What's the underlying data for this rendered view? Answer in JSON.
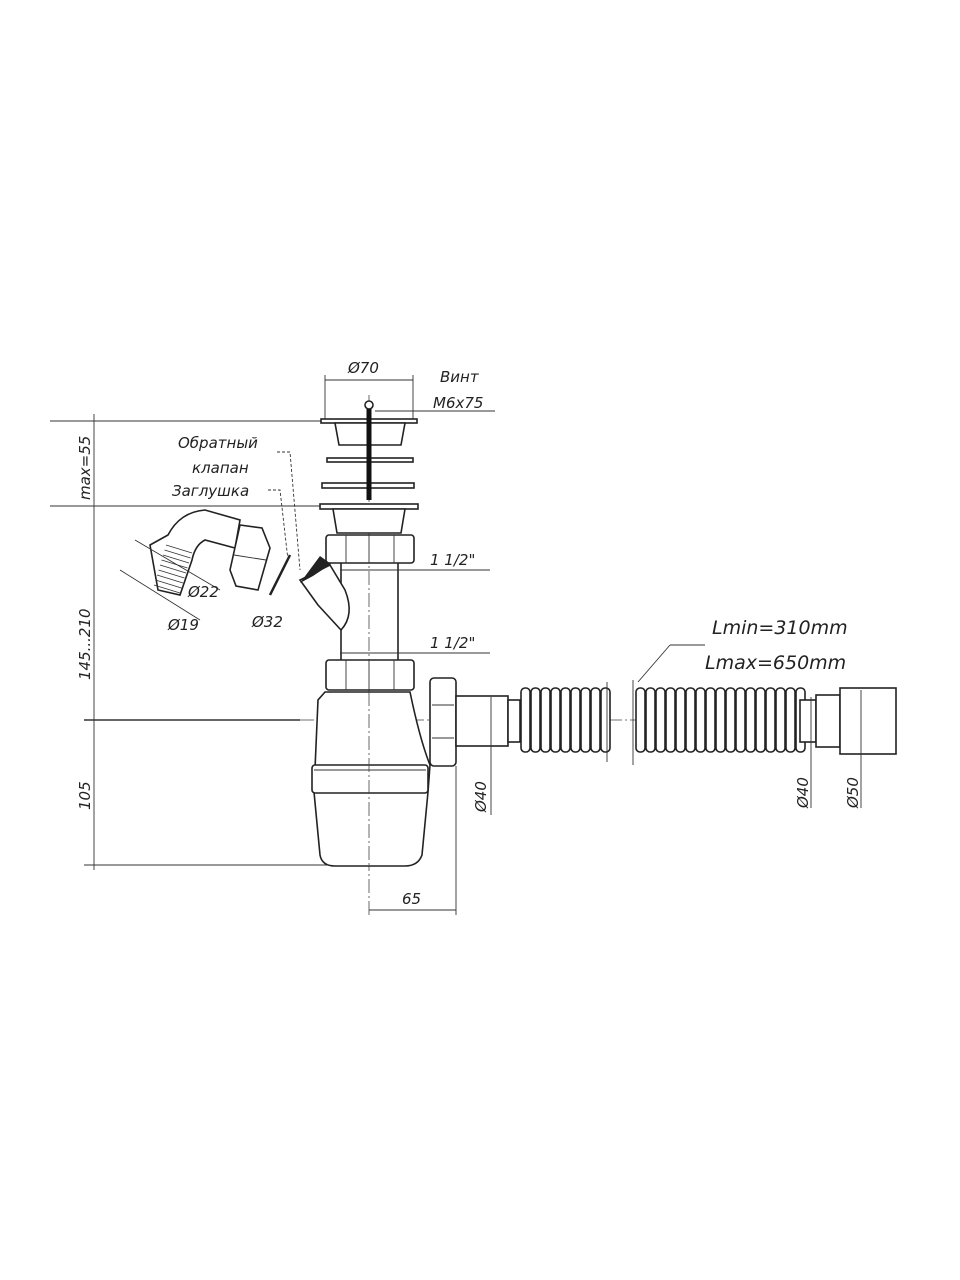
{
  "title": "Siphon technical drawing",
  "labels": {
    "d70": "Ø70",
    "screw_1": "Винт",
    "screw_2": "M6x75",
    "check_valve_1": "Обратный",
    "check_valve_2": "клапан",
    "plug": "Заглушка",
    "thread_top": "1 1/2\"",
    "thread_bottom": "1 1/2\"",
    "d22": "Ø22",
    "d19": "Ø19",
    "d32": "Ø32",
    "max55": "max=55",
    "h145_210": "145...210",
    "h105": "105",
    "d40_outlet": "Ø40",
    "w65": "65",
    "lmin": "Lmin=310mm",
    "lmax": "Lmax=650mm",
    "d40_end": "Ø40",
    "d50_end": "Ø50"
  }
}
